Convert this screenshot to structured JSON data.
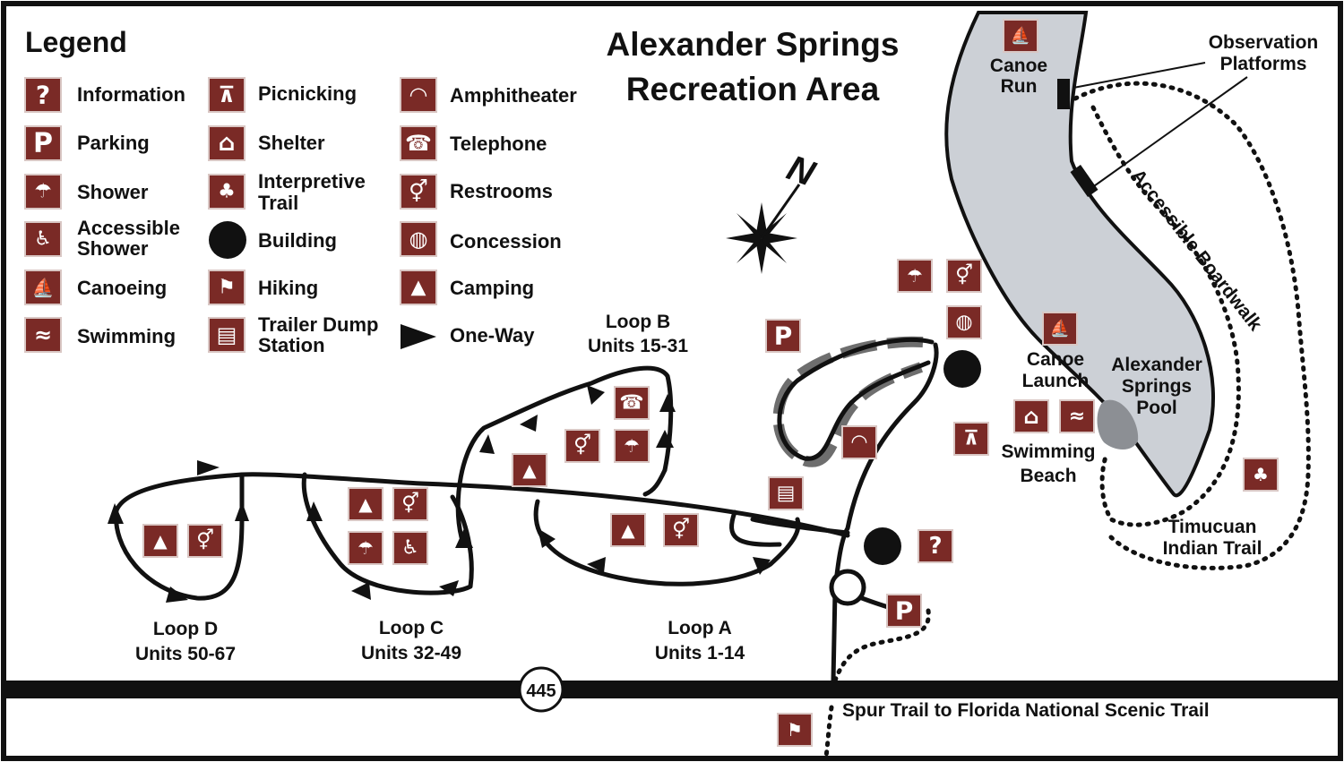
{
  "title": {
    "line1": "Alexander Springs",
    "line2": "Recreation Area"
  },
  "legend": {
    "heading": "Legend",
    "items": [
      {
        "label": "Information",
        "icon": "information-icon",
        "glyph": "?"
      },
      {
        "label": "Parking",
        "icon": "parking-icon",
        "glyph": "P"
      },
      {
        "label": "Shower",
        "icon": "shower-icon",
        "glyph": "☂"
      },
      {
        "label": "Accessible",
        "label2": "Shower",
        "icon": "accessible-shower-icon",
        "glyph": "♿"
      },
      {
        "label": "Canoeing",
        "icon": "canoeing-icon",
        "glyph": "⛵"
      },
      {
        "label": "Swimming",
        "icon": "swimming-icon",
        "glyph": "≈"
      },
      {
        "label": "Picnicking",
        "icon": "picnic-table-icon",
        "glyph": "⊼"
      },
      {
        "label": "Shelter",
        "icon": "shelter-icon",
        "glyph": "⌂"
      },
      {
        "label": "Interpretive",
        "label2": "Trail",
        "icon": "interpretive-trail-icon",
        "glyph": "♣"
      },
      {
        "label": "Building",
        "icon": "building-icon",
        "glyph": ""
      },
      {
        "label": "Hiking",
        "icon": "hiking-icon",
        "glyph": "⚑"
      },
      {
        "label": "Trailer Dump",
        "label2": "Station",
        "icon": "trailer-dump-icon",
        "glyph": "▤"
      },
      {
        "label": "Amphitheater",
        "icon": "amphitheater-icon",
        "glyph": "◠"
      },
      {
        "label": "Telephone",
        "icon": "telephone-icon",
        "glyph": "☎"
      },
      {
        "label": "Restrooms",
        "icon": "restrooms-icon",
        "glyph": "⚥"
      },
      {
        "label": "Concession",
        "icon": "concession-icon",
        "glyph": "◍"
      },
      {
        "label": "Camping",
        "icon": "camping-icon",
        "glyph": "▲"
      },
      {
        "label": "One-Way",
        "icon": "one-way-arrow-icon",
        "glyph": ""
      }
    ]
  },
  "compass": {
    "north": "N"
  },
  "labels": {
    "loop_b": {
      "l1": "Loop B",
      "l2": "Units 15-31"
    },
    "loop_a": {
      "l1": "Loop A",
      "l2": "Units 1-14"
    },
    "loop_c": {
      "l1": "Loop C",
      "l2": "Units 32-49"
    },
    "loop_d": {
      "l1": "Loop D",
      "l2": "Units 50-67"
    },
    "canoe_run": {
      "l1": "Canoe",
      "l2": "Run"
    },
    "observation": {
      "l1": "Observation",
      "l2": "Platforms"
    },
    "boardwalk": "Accessible Boardwalk",
    "canoe_launch": {
      "l1": "Canoe",
      "l2": "Launch"
    },
    "pool": {
      "l1": "Alexander",
      "l2": "Springs",
      "l3": "Pool"
    },
    "swimming_beach": {
      "l1": "Swimming",
      "l2": "Beach"
    },
    "timucuan": {
      "l1": "Timucuan",
      "l2": "Indian Trail"
    },
    "highway": "445",
    "spur_trail": "Spur Trail to Florida National Scenic Trail"
  },
  "colors": {
    "icon_bg": "#7a2a26",
    "water": "#ccd0d6",
    "pool": "#8c8f94",
    "amphitheater_path": "#6e6e6e"
  }
}
